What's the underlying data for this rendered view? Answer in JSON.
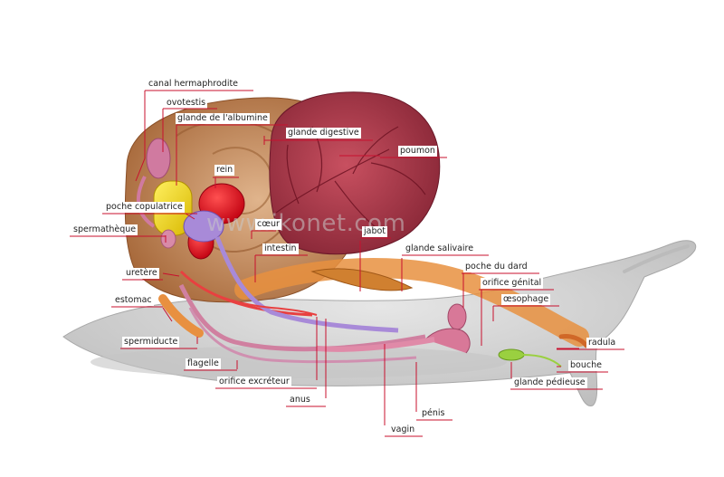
{
  "watermark": "www.ikonet.com",
  "labels": {
    "canal_hermaphrodite": "canal hermaphrodite",
    "ovotestis": "ovotestis",
    "glande_albumine": "glande de l'albumine",
    "glande_digestive": "glande digestive",
    "poumon": "poumon",
    "rein": "rein",
    "poche_copulatrice": "poche copulatrice",
    "coeur": "cœur",
    "spermatheque": "spermathèque",
    "jabot": "jabot",
    "intestin": "intestin",
    "glande_salivaire": "glande salivaire",
    "uretere": "uretère",
    "poche_du_dard": "poche du dard",
    "orifice_genital": "orifice génital",
    "estomac": "estomac",
    "oesophage": "œsophage",
    "spermiducte": "spermiducte",
    "radula": "radula",
    "flagelle": "flagelle",
    "bouche": "bouche",
    "glande_pedieuse": "glande pédieuse",
    "orifice_excreteur": "orifice excréteur",
    "anus": "anus",
    "penis": "pénis",
    "vagin": "vagin"
  },
  "colors": {
    "leader": "#c8102e",
    "body": "#d3d3d3",
    "shell": "#b87848",
    "lung": "#a83848",
    "kidney": "#e0101c",
    "albumen_gland": "#e8d000",
    "reproductive": "#d87898",
    "vessel": "#9070c8",
    "digestive": "#e89040"
  }
}
